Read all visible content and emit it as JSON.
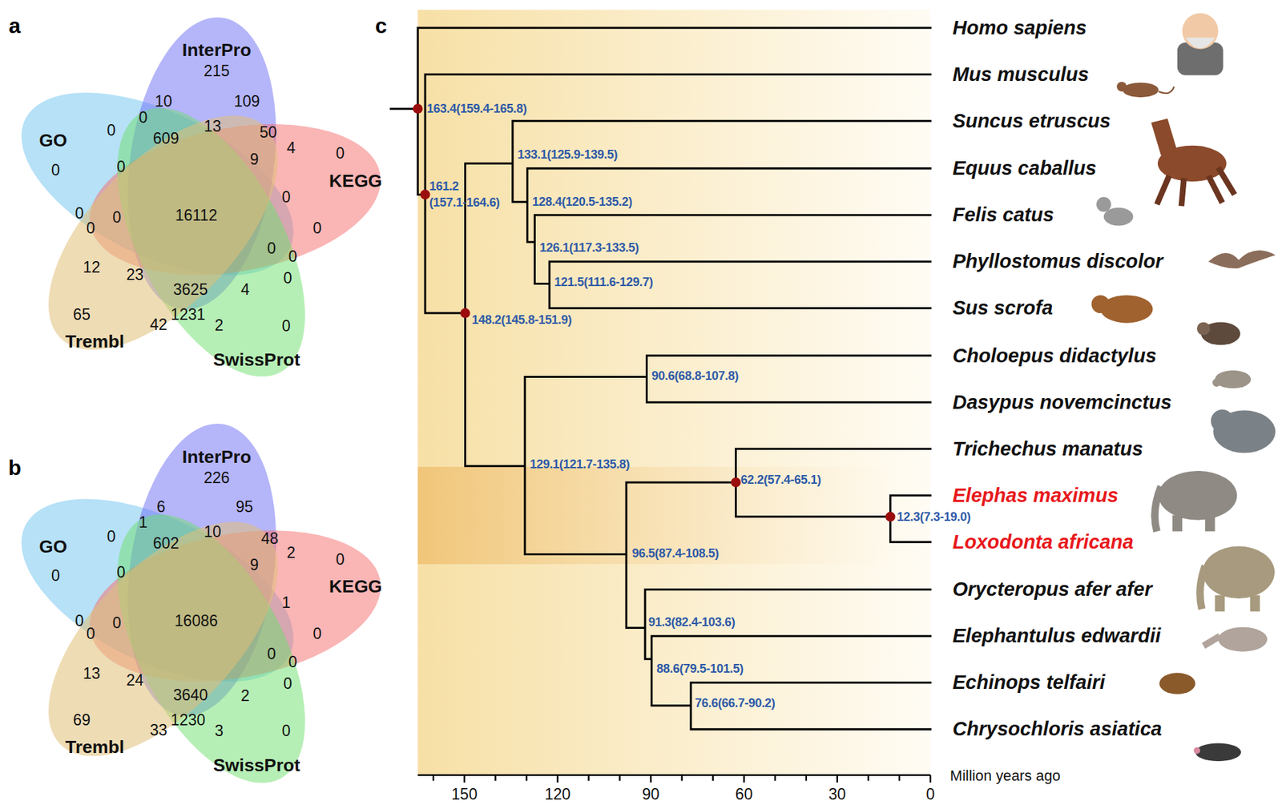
{
  "diagram": {
    "labels": [
      "a",
      "InterPro",
      "215",
      "10",
      "109",
      "0",
      "13",
      "0",
      "50",
      "609",
      "GO",
      "4",
      "0",
      "9",
      "0",
      "0",
      "KEGG",
      "0",
      "0",
      "16112",
      "0",
      "0",
      "0",
      "0",
      "0",
      "12",
      "23",
      "0",
      "3625",
      "4",
      "65",
      "1231",
      "42",
      "2",
      "0",
      "Trembl",
      "SwissProt",
      "b",
      "InterPro",
      "226",
      "6",
      "95",
      "1",
      "10",
      "0",
      "48",
      "602",
      "GO",
      "2",
      "0",
      "9",
      "0",
      "0",
      "KEGG",
      "1",
      "0",
      "16086",
      "0",
      "0",
      "0",
      "0",
      "0",
      "13",
      "24",
      "0",
      "3640",
      "2",
      "69",
      "1230",
      "33",
      "3",
      "0",
      "Trembl",
      "SwissProt",
      "c",
      "Homo sapiens",
      "Mus musculus",
      "Suncus etruscus",
      "Equus caballus",
      "Felis catus",
      "Phyllostomus discolor",
      "Sus scrofa",
      "Choloepus didactylus",
      "Dasypus novemcinctus",
      "Trichechus manatus",
      "Elephas maximus",
      "Loxodonta africana",
      "Orycteropus afer afer",
      "Elephantulus edwardii",
      "Echinops telfairi",
      "Chrysochloris asiatica",
      "163.4(159.4-165.8)",
      "161.2",
      "(157.1-164.6)",
      "133.1(125.9-139.5)",
      "128.4(120.5-135.2)",
      "126.1(117.3-133.5)",
      "121.5(111.6-129.7)",
      "148.2(145.8-151.9)",
      "90.6(68.8-107.8)",
      "129.1(121.7-135.8)",
      "62.2(57.4-65.1)",
      "12.3(7.3-19.0)",
      "96.5(87.4-108.5)",
      "91.3(82.4-103.6)",
      "88.6(79.5-101.5)",
      "76.6(66.7-90.2)",
      "150",
      "120",
      "90",
      "60",
      "30",
      "0",
      "Million years ago"
    ]
  }
}
